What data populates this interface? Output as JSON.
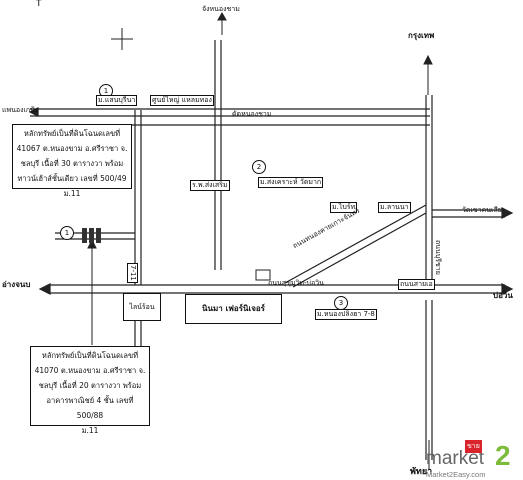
{
  "map": {
    "compass_north": "T",
    "road_top": "จังหนองชาม",
    "bangkok": "กรุงเทพ",
    "left_road": "แพนองเกป้ง",
    "shop_1": "ม.แสนบุรีนา",
    "shop_2": "ศูนย์ไหญ่ แหลมทอง",
    "bank_row": "ดัดหนองชาม",
    "deed_1": [
      "หลักทรัพย์เป็นที่ดินโฉนดเลขที่",
      "41067  ต.หนองขาม  อ.ศรีราชา จ.",
      "ชลบุรี เนื้อที่ 30 ตารางวา พร้อม",
      "ทาวน์เฮ้าส์ชั้นเดียว  เลขที่ 500/49  ม.11"
    ],
    "circle_1": "1",
    "circle_2": "2",
    "circle_3": "3",
    "circle_4": "1",
    "school": "ร.พ.ส่งเสริม",
    "temple": "ม.สงเคราะห์ วัดมาก",
    "market": "ม.ไบร์ท",
    "shop_right": "ม.ลานนา",
    "road_right": "วัดเขาคนเสีย",
    "vert_road_right": "ถนนบุรีชาย",
    "road_left": "อ่างจนบ",
    "diag_road": "ถนนหนองคายเกาะจันทร์",
    "main_road": "ถนนสุขุมวิท-บ่อวิน",
    "bo_win": "บ่อวิน",
    "road_label_right": "ถนนสายเอ",
    "seven": "7-11",
    "lotus": "ไลน์ร้อน",
    "big_store": "นินมา เฟอร์นิเจอร์",
    "village": "ม.หนองปลิงฮา 7-8",
    "deed_2": [
      "หลักทรัพย์เป็นที่ดินโฉนดเลขที่",
      "41070  ต.หนองขาม  อ.ศรีราชา จ.",
      "ชลบุรี เนื้อที่ 20 ตารางวา พร้อม",
      "อาคารพาณิชย์ 4 ชั้น  เลขที่ 500/88",
      "ม.11"
    ],
    "pattaya": "พัทยา",
    "watermark": {
      "brand": "market",
      "num": "2",
      "tag": "Market2Easy.com",
      "badge": "ขาย"
    }
  }
}
